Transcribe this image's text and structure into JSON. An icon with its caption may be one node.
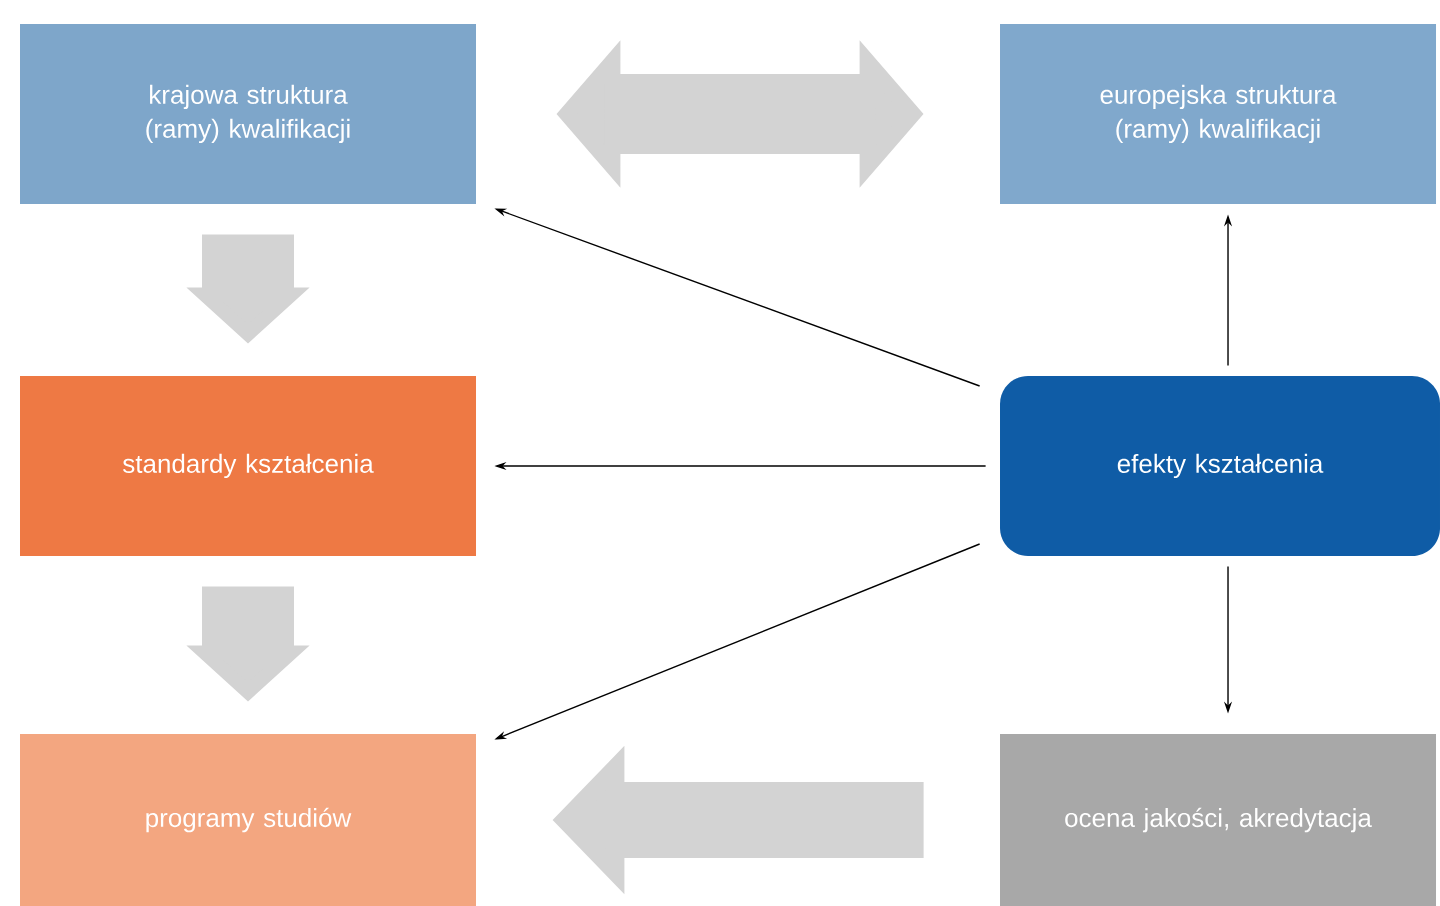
{
  "diagram": {
    "nodes": [
      {
        "text": [
          "krajowa struktura (ramy) kwalifikacji"
        ]
      },
      {
        "text": [
          "europejska struktura (ramy) kwalifikacji"
        ]
      },
      {
        "text": [
          "standardy kształcenia"
        ]
      },
      {
        "text": [
          "efekty kształcenia"
        ]
      },
      {
        "text": [
          "programy studiów"
        ]
      },
      {
        "text": [
          "ocena jakości, akredytacja"
        ]
      }
    ],
    "edges": [
      {
        "from": 0,
        "to": 1,
        "arrow": "both",
        "style": "thick",
        "color": "#d3d3d3"
      },
      {
        "from": 0,
        "to": 2,
        "arrow": "to",
        "style": "thick",
        "color": "#d3d3d3"
      },
      {
        "from": 2,
        "to": 4,
        "arrow": "to",
        "style": "thick",
        "color": "#d3d3d3"
      },
      {
        "from": 5,
        "to": 4,
        "arrow": "to",
        "style": "thick",
        "color": "#d3d3d3"
      },
      {
        "from": 3,
        "to": 0,
        "arrow": "to"
      },
      {
        "from": 3,
        "to": 2,
        "arrow": "to"
      },
      {
        "from": 3,
        "to": 4,
        "arrow": "to"
      },
      {
        "from": 3,
        "to": 1,
        "arrow": "to"
      },
      {
        "from": 3,
        "to": 5,
        "arrow": "to"
      }
    ]
  }
}
